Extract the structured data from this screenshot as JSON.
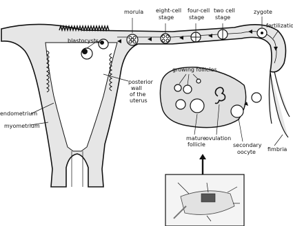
{
  "labels": {
    "morula": "morula",
    "eight_cell": [
      "eight-cell",
      "stage"
    ],
    "four_cell": [
      "four-cell",
      "stage"
    ],
    "two_cell": [
      "two cell",
      "stage"
    ],
    "zygote": "zygote",
    "fertilization": "fertilization",
    "blastocysts": "blastocysts",
    "growing_follicles": "growing follicles",
    "posterior_wall": [
      "posterior",
      "wall",
      "of the",
      "uterus"
    ],
    "endometrium": "endometrium",
    "myometrium": "myometrium",
    "mature_follicle": [
      "mature",
      "follicle"
    ],
    "ovulation": "ovulation",
    "secondary_oocyte": [
      "secondary",
      "oocyte"
    ],
    "fimbria": "fimbria"
  },
  "icons": {
    "cells": "cell-icon",
    "device": "monitor-device-icon",
    "arrow": "up-arrow-icon"
  }
}
